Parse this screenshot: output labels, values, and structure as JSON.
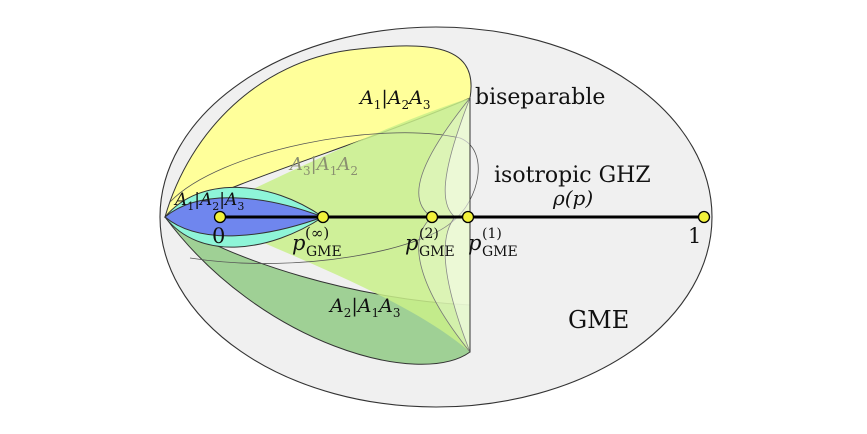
{
  "regions": {
    "outer": {
      "label": "GME",
      "color": "#f0f0f0"
    },
    "biseparable": {
      "label": "biseparable"
    },
    "a1_a2a3": {
      "label_parts": [
        "A",
        "1",
        "|A",
        "2",
        "A",
        "3"
      ],
      "color": "#ffff9a"
    },
    "a2_a1a3": {
      "label_parts": [
        "A",
        "2",
        "|A",
        "1",
        "A",
        "3"
      ],
      "color": "#9fd095"
    },
    "a3_a1a2": {
      "label_parts": [
        "A",
        "3",
        "|A",
        "1",
        "A",
        "2"
      ],
      "color": "#c9f08a"
    },
    "fully_separable": {
      "label_parts": [
        "A",
        "1",
        "|A",
        "2",
        "|A",
        "3"
      ],
      "color": "#6f86ee",
      "shell_color": "#8ef5d8"
    }
  },
  "line": {
    "title": "isotropic GHZ",
    "state": "ρ(p)",
    "points": [
      {
        "tick": "0"
      },
      {
        "base": "p",
        "sub": "GME",
        "sup": "(∞)"
      },
      {
        "base": "p",
        "sub": "GME",
        "sup": "(2)"
      },
      {
        "base": "p",
        "sub": "GME",
        "sup": "(1)"
      },
      {
        "tick": "1"
      }
    ],
    "point_color": "#f2f23a"
  }
}
